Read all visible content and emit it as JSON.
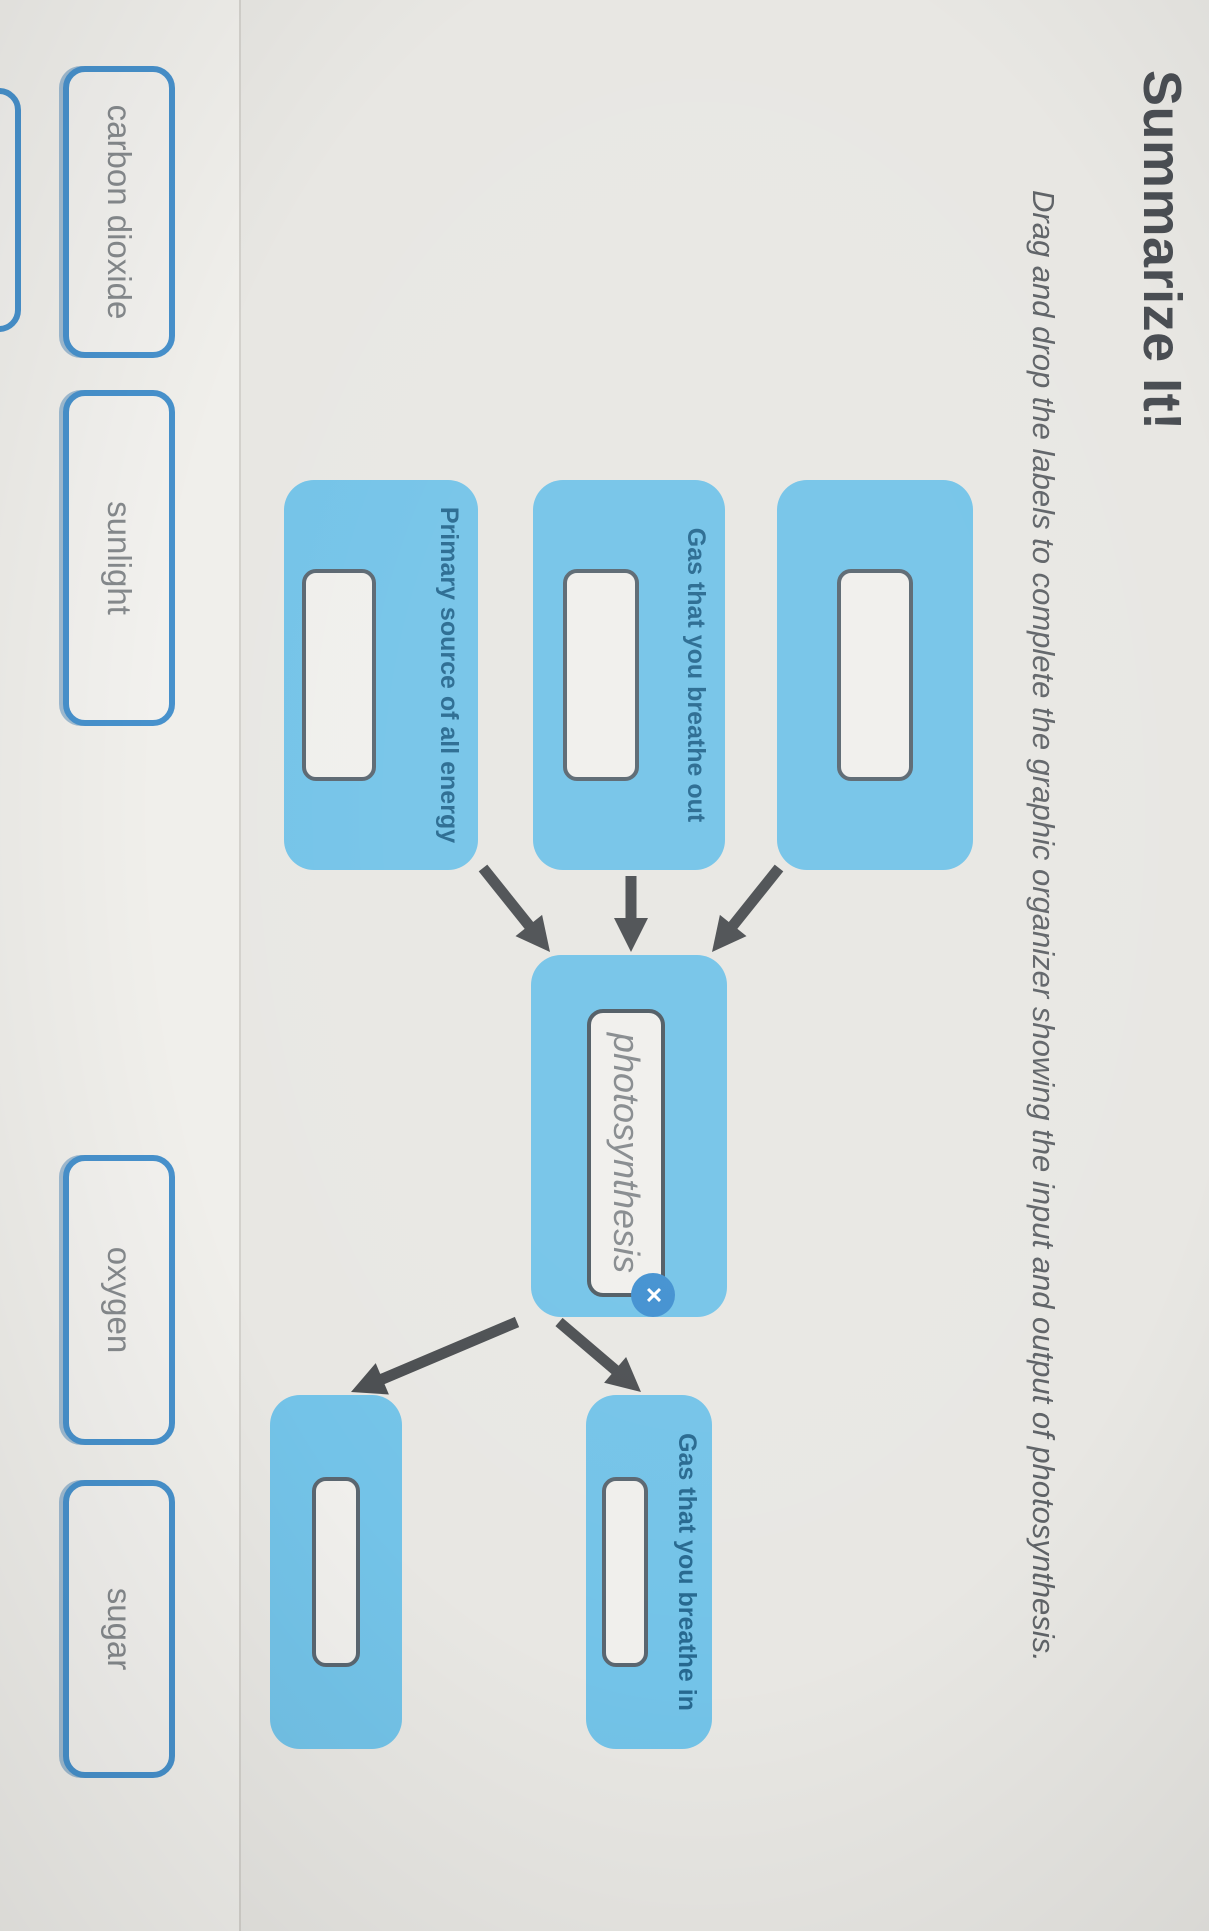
{
  "header": {
    "title": "Summarize It!",
    "subtitle": "Drag and drop the labels to complete the graphic organizer showing the input and output of photosynthesis."
  },
  "diagram": {
    "inputs": [
      {
        "label": ""
      },
      {
        "label": "Gas that you breathe out"
      },
      {
        "label": "Primary source of all energy"
      }
    ],
    "center": {
      "dropped_chip": "photosynthesis",
      "remove_label": "✕"
    },
    "outputs": [
      {
        "label": "Gas that you breathe in"
      },
      {
        "label": ""
      }
    ]
  },
  "tray": {
    "chips": [
      "carbon dioxide",
      "sunlight",
      "oxygen",
      "sugar"
    ]
  },
  "colors": {
    "box_fill": "#73c3e8",
    "box_label_text": "#26688f",
    "slot_fill": "#f0efec",
    "slot_border": "#5a6670",
    "chip_border": "#4791cc",
    "chip_text": "#85898c",
    "arrow": "#4b4e51",
    "remove_badge": "#3f8fd0",
    "canvas_bg": "#e8e7e3",
    "tray_bg": "#f0efeb",
    "title_text": "#4a4e53",
    "subtitle_text": "#5f6367"
  }
}
